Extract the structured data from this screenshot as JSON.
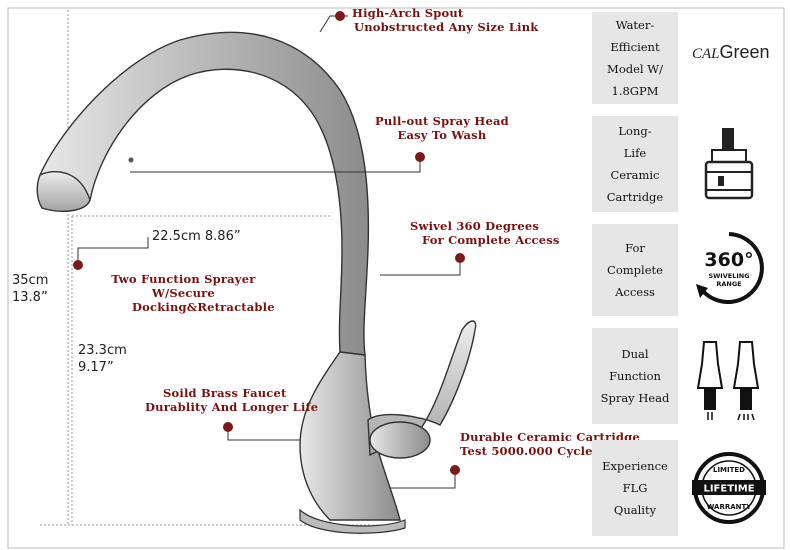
{
  "callouts": {
    "spout": [
      "High-Arch Spout",
      "Unobstructed Any Size Link"
    ],
    "spray_head": [
      "Pull-out Spray Head",
      "Easy To Wash"
    ],
    "swivel": [
      "Swivel 360 Degrees",
      "For Complete Access"
    ],
    "sprayer": [
      "Two Function Sprayer",
      "W/Secure",
      "Docking&Retractable"
    ],
    "brass": [
      "Soild Brass Faucet",
      "Durablity And Longer Life"
    ],
    "cartridge": [
      "Durable Ceramic Cartridge",
      "Test 5000.000 Cycles"
    ]
  },
  "dimensions": {
    "reach": "22.5cm 8.86”",
    "total_height": [
      "35cm",
      "13.8”"
    ],
    "spout_height": [
      "23.3cm",
      "9.17”"
    ]
  },
  "features": [
    {
      "lines": [
        "Water-",
        "Efficient",
        "Model W/",
        "1.8GPM"
      ],
      "icon": "calgreen-logo"
    },
    {
      "lines": [
        "Long-",
        "Life",
        "Ceramic",
        "Cartridge"
      ],
      "icon": "cartridge-icon"
    },
    {
      "lines": [
        "For",
        "Complete",
        "Access"
      ],
      "icon": "swivel-360-icon"
    },
    {
      "lines": [
        "Dual",
        "Function",
        "Spray Head"
      ],
      "icon": "spray-head-icon"
    },
    {
      "lines": [
        "Experience",
        "FLG",
        "Quality"
      ],
      "icon": "warranty-badge-icon"
    }
  ],
  "badges": {
    "calgreen": {
      "prefix": "CAL",
      "name": "Green"
    },
    "swivel": {
      "number": "360°",
      "line1": "SWIVELING",
      "line2": "RANGE"
    },
    "warranty": {
      "top": "LIMITED",
      "middle": "LIFETIME",
      "bottom": "WARRANTY"
    }
  },
  "colors": {
    "callout": "#7a1010",
    "marker": "#7a1a1a",
    "panel_bg": "#e6e6e6"
  }
}
